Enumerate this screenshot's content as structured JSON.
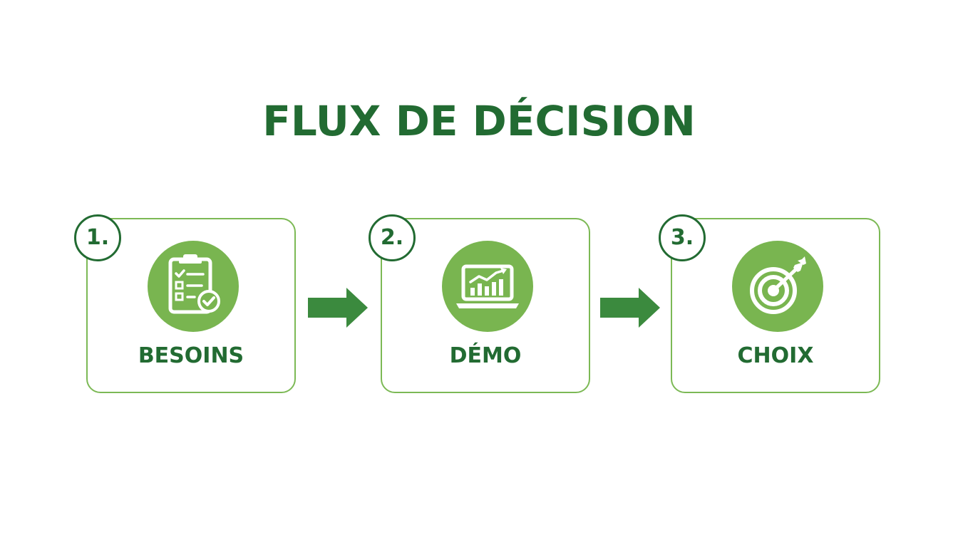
{
  "title": "FLUX DE DÉCISION",
  "colors": {
    "dark_green": "#226b32",
    "light_green": "#79b550",
    "border_green": "#7cb955",
    "arrow_green": "#3b8a3e"
  },
  "steps": [
    {
      "number": "1.",
      "label": "BESOINS",
      "icon": "clipboard-checklist-icon"
    },
    {
      "number": "2.",
      "label": "DÉMO",
      "icon": "laptop-chart-icon"
    },
    {
      "number": "3.",
      "label": "CHOIX",
      "icon": "target-arrow-icon"
    }
  ]
}
